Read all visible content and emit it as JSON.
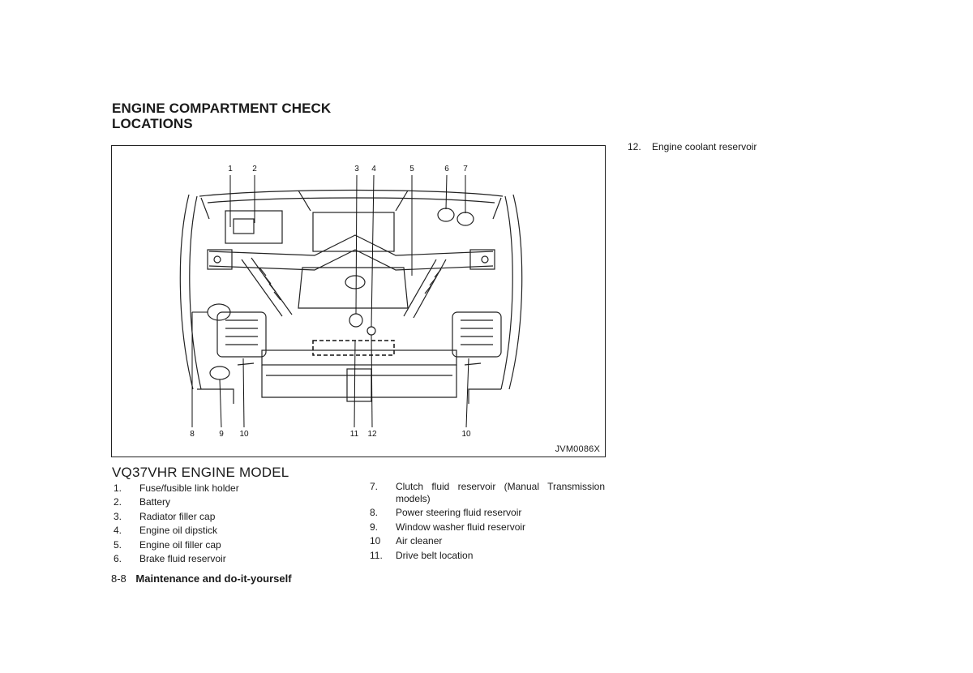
{
  "section": {
    "title_line1": "ENGINE COMPARTMENT CHECK",
    "title_line2": "LOCATIONS"
  },
  "figure": {
    "id": "JVM0086X",
    "callouts_top": [
      "1",
      "2",
      "3",
      "4",
      "5",
      "6",
      "7"
    ],
    "callouts_bottom": [
      "8",
      "9",
      "10",
      "11",
      "12",
      "10"
    ]
  },
  "model_heading": "VQ37VHR ENGINE MODEL",
  "legend_left": [
    {
      "num": "1.",
      "text": "Fuse/fusible link holder"
    },
    {
      "num": "2.",
      "text": "Battery"
    },
    {
      "num": "3.",
      "text": "Radiator filler cap"
    },
    {
      "num": "4.",
      "text": "Engine oil dipstick"
    },
    {
      "num": "5.",
      "text": "Engine oil filler cap"
    },
    {
      "num": "6.",
      "text": "Brake fluid reservoir"
    }
  ],
  "legend_mid": [
    {
      "num": "7.",
      "text": "Clutch fluid reservoir (Manual Transmission models)"
    },
    {
      "num": "8.",
      "text": "Power steering fluid reservoir"
    },
    {
      "num": "9.",
      "text": "Window washer fluid reservoir"
    },
    {
      "num": "10",
      "text": "Air cleaner"
    },
    {
      "num": "11.",
      "text": "Drive belt location"
    }
  ],
  "legend_right": [
    {
      "num": "12.",
      "text": "Engine coolant reservoir"
    }
  ],
  "footer": {
    "page_number": "8-8",
    "section_name": "Maintenance and do-it-yourself"
  }
}
